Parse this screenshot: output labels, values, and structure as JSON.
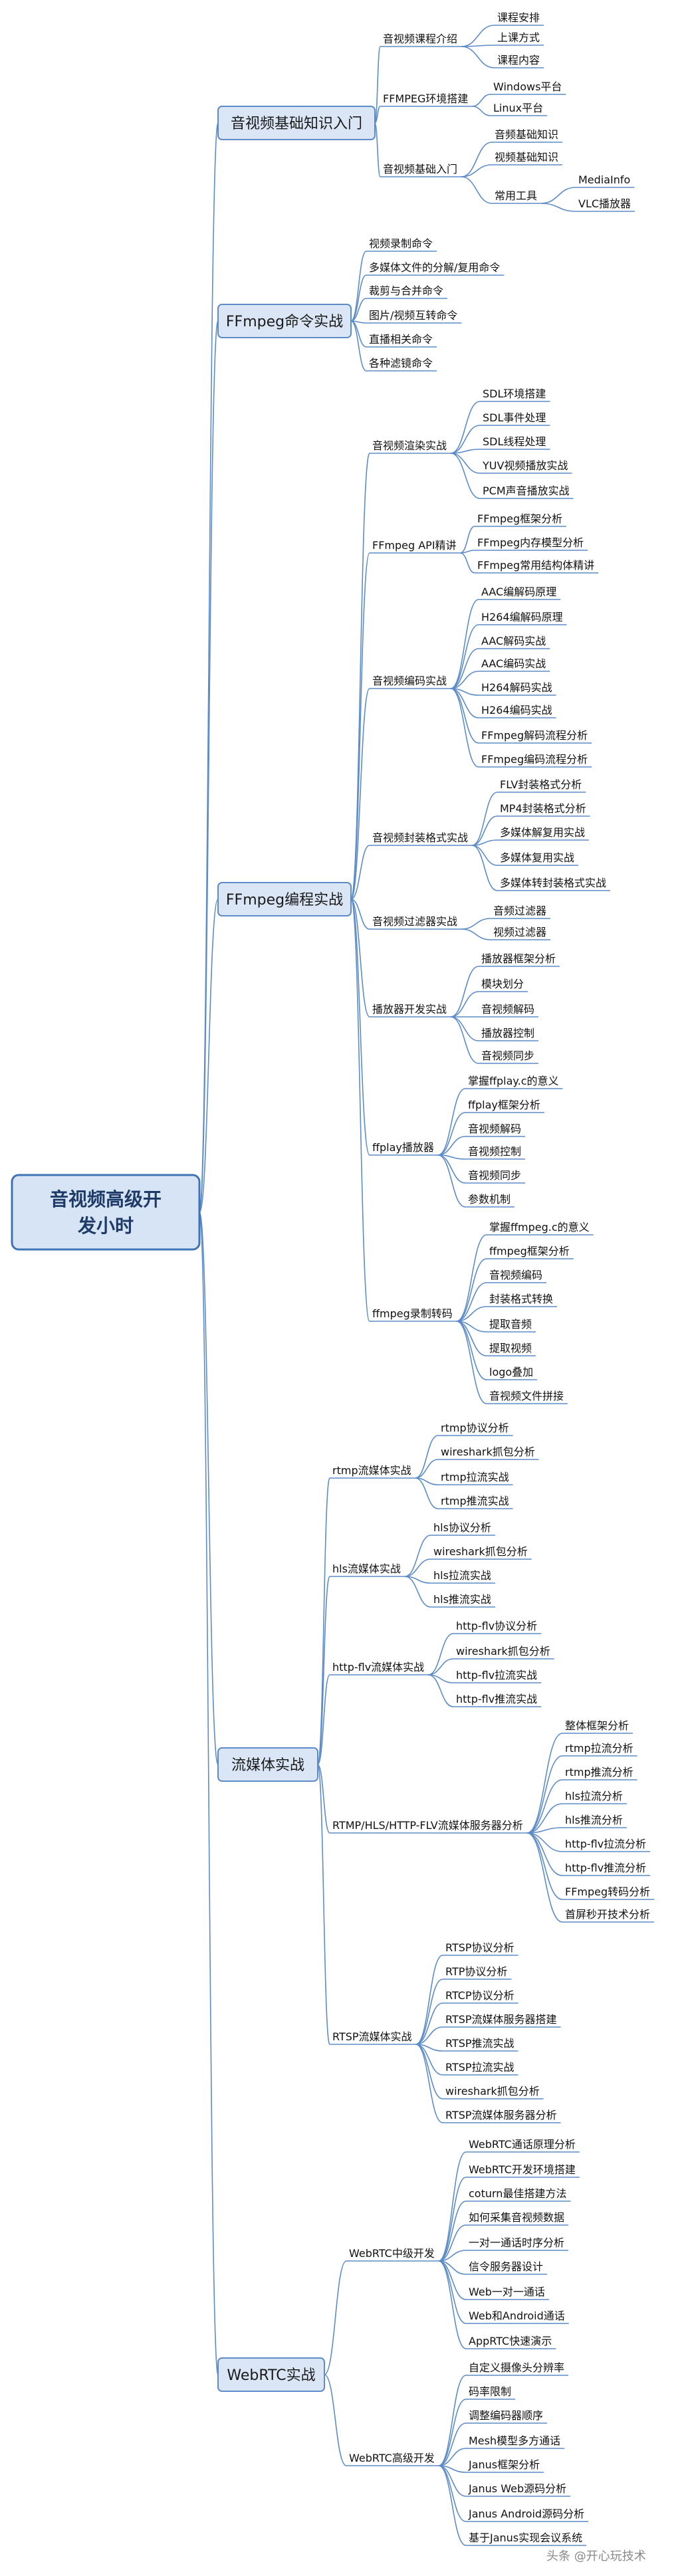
{
  "root": "音视频高级开发小时",
  "branches": [
    {
      "label": "音视频基础知识入门",
      "children": [
        {
          "label": "音视频课程介绍",
          "children": [
            {
              "label": "课程安排"
            },
            {
              "label": "上课方式"
            },
            {
              "label": "课程内容"
            }
          ]
        },
        {
          "label": "FFMPEG环境搭建",
          "children": [
            {
              "label": "Windows平台"
            },
            {
              "label": "Linux平台"
            }
          ]
        },
        {
          "label": "音视频基础入门",
          "children": [
            {
              "label": "音频基础知识"
            },
            {
              "label": "视频基础知识"
            },
            {
              "label": "常用工具",
              "children": [
                {
                  "label": "MediaInfo"
                },
                {
                  "label": "VLC播放器"
                }
              ]
            }
          ]
        }
      ]
    },
    {
      "label": "FFmpeg命令实战",
      "children": [
        {
          "label": "视频录制命令"
        },
        {
          "label": "多媒体文件的分解/复用命令"
        },
        {
          "label": "裁剪与合并命令"
        },
        {
          "label": "图片/视频互转命令"
        },
        {
          "label": "直播相关命令"
        },
        {
          "label": "各种滤镜命令"
        }
      ]
    },
    {
      "label": "FFmpeg编程实战",
      "children": [
        {
          "label": "音视频渲染实战",
          "children": [
            {
              "label": "SDL环境搭建"
            },
            {
              "label": "SDL事件处理"
            },
            {
              "label": "SDL线程处理"
            },
            {
              "label": "YUV视频播放实战"
            },
            {
              "label": "PCM声音播放实战"
            }
          ]
        },
        {
          "label": "FFmpeg API精讲",
          "children": [
            {
              "label": "FFmpeg框架分析"
            },
            {
              "label": "FFmpeg内存模型分析"
            },
            {
              "label": "FFmpeg常用结构体精讲"
            }
          ]
        },
        {
          "label": "音视频编码实战",
          "children": [
            {
              "label": "AAC编解码原理"
            },
            {
              "label": "H264编解码原理"
            },
            {
              "label": "AAC解码实战"
            },
            {
              "label": "AAC编码实战"
            },
            {
              "label": "H264解码实战"
            },
            {
              "label": "H264编码实战"
            },
            {
              "label": "FFmpeg解码流程分析"
            },
            {
              "label": "FFmpeg编码流程分析"
            }
          ]
        },
        {
          "label": "音视频封装格式实战",
          "children": [
            {
              "label": "FLV封装格式分析"
            },
            {
              "label": "MP4封装格式分析"
            },
            {
              "label": "多媒体解复用实战"
            },
            {
              "label": "多媒体复用实战"
            },
            {
              "label": "多媒体转封装格式实战"
            }
          ]
        },
        {
          "label": "音视频过滤器实战",
          "children": [
            {
              "label": "音频过滤器"
            },
            {
              "label": "视频过滤器"
            }
          ]
        },
        {
          "label": "播放器开发实战",
          "children": [
            {
              "label": "播放器框架分析"
            },
            {
              "label": "模块划分"
            },
            {
              "label": "音视频解码"
            },
            {
              "label": "播放器控制"
            },
            {
              "label": "音视频同步"
            }
          ]
        },
        {
          "label": "ffplay播放器",
          "children": [
            {
              "label": "掌握ffplay.c的意义"
            },
            {
              "label": "ffplay框架分析"
            },
            {
              "label": "音视频解码"
            },
            {
              "label": "音视频控制"
            },
            {
              "label": "音视频同步"
            },
            {
              "label": "参数机制"
            }
          ]
        },
        {
          "label": "ffmpeg录制转码",
          "children": [
            {
              "label": "掌握ffmpeg.c的意义"
            },
            {
              "label": "ffmpeg框架分析"
            },
            {
              "label": "音视频编码"
            },
            {
              "label": "封装格式转换"
            },
            {
              "label": "提取音频"
            },
            {
              "label": "提取视频"
            },
            {
              "label": "logo叠加"
            },
            {
              "label": "音视频文件拼接"
            }
          ]
        }
      ]
    },
    {
      "label": "流媒体实战",
      "children": [
        {
          "label": "rtmp流媒体实战",
          "children": [
            {
              "label": "rtmp协议分析"
            },
            {
              "label": "wireshark抓包分析"
            },
            {
              "label": "rtmp拉流实战"
            },
            {
              "label": "rtmp推流实战"
            }
          ]
        },
        {
          "label": "hls流媒体实战",
          "children": [
            {
              "label": "hls协议分析"
            },
            {
              "label": "wireshark抓包分析"
            },
            {
              "label": "hls拉流实战"
            },
            {
              "label": "hls推流实战"
            }
          ]
        },
        {
          "label": "http-flv流媒体实战",
          "children": [
            {
              "label": "http-flv协议分析"
            },
            {
              "label": "wireshark抓包分析"
            },
            {
              "label": "http-flv拉流实战"
            },
            {
              "label": "http-flv推流实战"
            }
          ]
        },
        {
          "label": "RTMP/HLS/HTTP-FLV流媒体服务器分析",
          "children": [
            {
              "label": "整体框架分析"
            },
            {
              "label": "rtmp拉流分析"
            },
            {
              "label": "rtmp推流分析"
            },
            {
              "label": "hls拉流分析"
            },
            {
              "label": "hls推流分析"
            },
            {
              "label": "http-flv拉流分析"
            },
            {
              "label": "http-flv推流分析"
            },
            {
              "label": "FFmpeg转码分析"
            },
            {
              "label": "首屏秒开技术分析"
            }
          ]
        },
        {
          "label": "RTSP流媒体实战",
          "children": [
            {
              "label": "RTSP协议分析"
            },
            {
              "label": "RTP协议分析"
            },
            {
              "label": "RTCP协议分析"
            },
            {
              "label": "RTSP流媒体服务器搭建"
            },
            {
              "label": "RTSP推流实战"
            },
            {
              "label": "RTSP拉流实战"
            },
            {
              "label": "wireshark抓包分析"
            },
            {
              "label": "RTSP流媒体服务器分析"
            }
          ]
        }
      ]
    },
    {
      "label": "WebRTC实战",
      "children": [
        {
          "label": "WebRTC中级开发",
          "children": [
            {
              "label": "WebRTC通话原理分析"
            },
            {
              "label": "WebRTC开发环境搭建"
            },
            {
              "label": "coturn最佳搭建方法"
            },
            {
              "label": "如何采集音视频数据"
            },
            {
              "label": "一对一通话时序分析"
            },
            {
              "label": "信令服务器设计"
            },
            {
              "label": "Web一对一通话"
            },
            {
              "label": "Web和Android通话"
            },
            {
              "label": "AppRTC快速演示"
            }
          ]
        },
        {
          "label": "WebRTC高级开发",
          "children": [
            {
              "label": "自定义摄像头分辨率"
            },
            {
              "label": "码率限制"
            },
            {
              "label": "调整编码器顺序"
            },
            {
              "label": "Mesh模型多方通话"
            },
            {
              "label": "Janus框架分析"
            },
            {
              "label": "Janus Web源码分析"
            },
            {
              "label": "Janus Android源码分析"
            },
            {
              "label": "基于Janus实现会议系统"
            }
          ]
        }
      ]
    }
  ],
  "watermark": "头条 @开心玩技术"
}
